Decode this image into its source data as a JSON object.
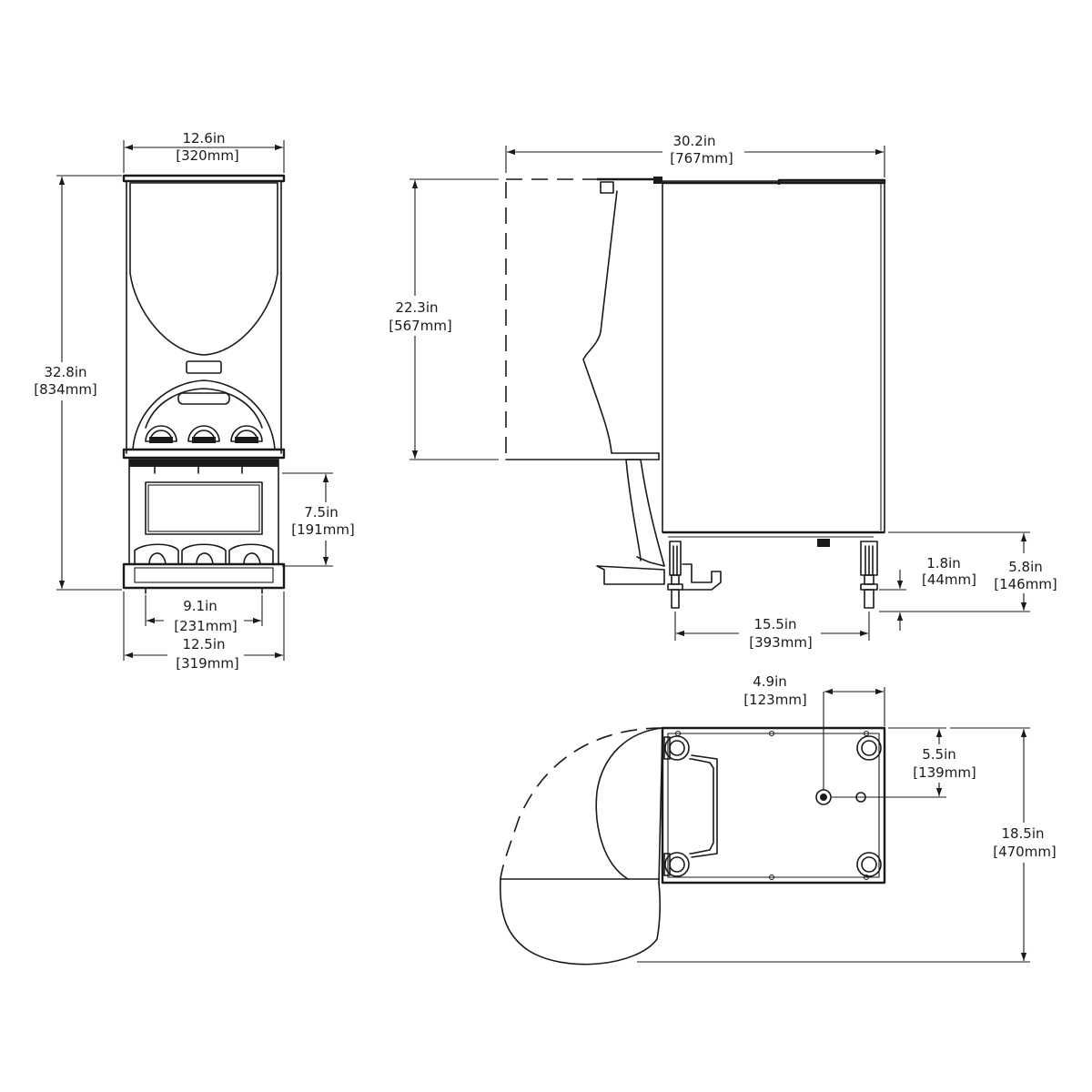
{
  "dimensions": {
    "front_width_top": {
      "in": "12.6in",
      "mm": "[320mm]"
    },
    "front_height": {
      "in": "32.8in",
      "mm": "[834mm]"
    },
    "front_opening_height": {
      "in": "7.5in",
      "mm": "[191mm]"
    },
    "front_foot_span": {
      "in": "9.1in",
      "mm": "[231mm]"
    },
    "front_width_base": {
      "in": "12.5in",
      "mm": "[319mm]"
    },
    "side_depth": {
      "in": "30.2in",
      "mm": "[767mm]"
    },
    "side_hopper_height": {
      "in": "22.3in",
      "mm": "[567mm]"
    },
    "side_foot_adjust": {
      "in": "1.8in",
      "mm": "[44mm]"
    },
    "side_base_height": {
      "in": "5.8in",
      "mm": "[146mm]"
    },
    "side_foot_span": {
      "in": "15.5in",
      "mm": "[393mm]"
    },
    "top_drain_offset_x": {
      "in": "4.9in",
      "mm": "[123mm]"
    },
    "top_drain_offset_y": {
      "in": "5.5in",
      "mm": "[139mm]"
    },
    "top_depth": {
      "in": "18.5in",
      "mm": "[470mm]"
    }
  }
}
